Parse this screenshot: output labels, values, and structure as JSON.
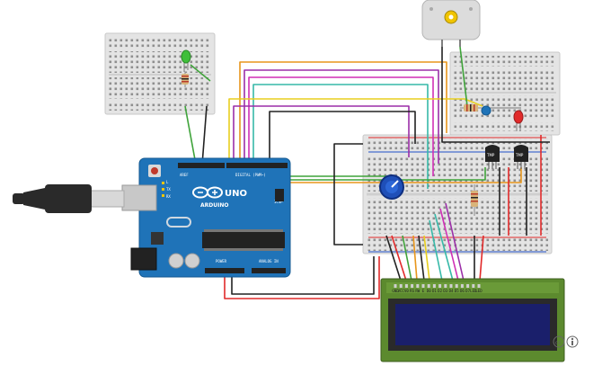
{
  "colors": {
    "background": "#ffffff",
    "arduino_board": "#1f73b8",
    "breadboard": "#e4e4e4",
    "lcd_frame": "#5c8a2e",
    "lcd_screen": "#1a1f6b",
    "wire_orange": "#e8961c",
    "wire_purple": "#9b2fa8",
    "wire_magenta": "#d02fb5",
    "wire_teal": "#37b9a8",
    "wire_yellow": "#e8cf1f",
    "wire_green": "#3fa33a",
    "wire_red": "#e12a2a",
    "wire_black": "#222222"
  },
  "arduino": {
    "brand": "ARDUINO",
    "model": "UNO",
    "digital_label": "DIGITAL (PWM~)",
    "power_label": "POWER",
    "analog_label": "ANALOG IN",
    "aref_label": "AREF",
    "tx_label": "TX",
    "rx_label": "RX",
    "l_label": "L",
    "icsp_label": "ICSP"
  },
  "transistors": [
    {
      "label": "TMP"
    },
    {
      "label": "TMP"
    }
  ],
  "lcd": {
    "pin_labels": [
      "GND",
      "VCC",
      "V0",
      "RS",
      "RW",
      "E",
      "D0",
      "D1",
      "D2",
      "D3",
      "D4",
      "D5",
      "D6",
      "D7",
      "LED",
      "LED"
    ]
  },
  "icons": {
    "usb_cable": "usb-cable-icon",
    "motor": "dc-motor-icon",
    "potentiometer": "potentiometer-icon",
    "license": "creative-commons-icon"
  }
}
